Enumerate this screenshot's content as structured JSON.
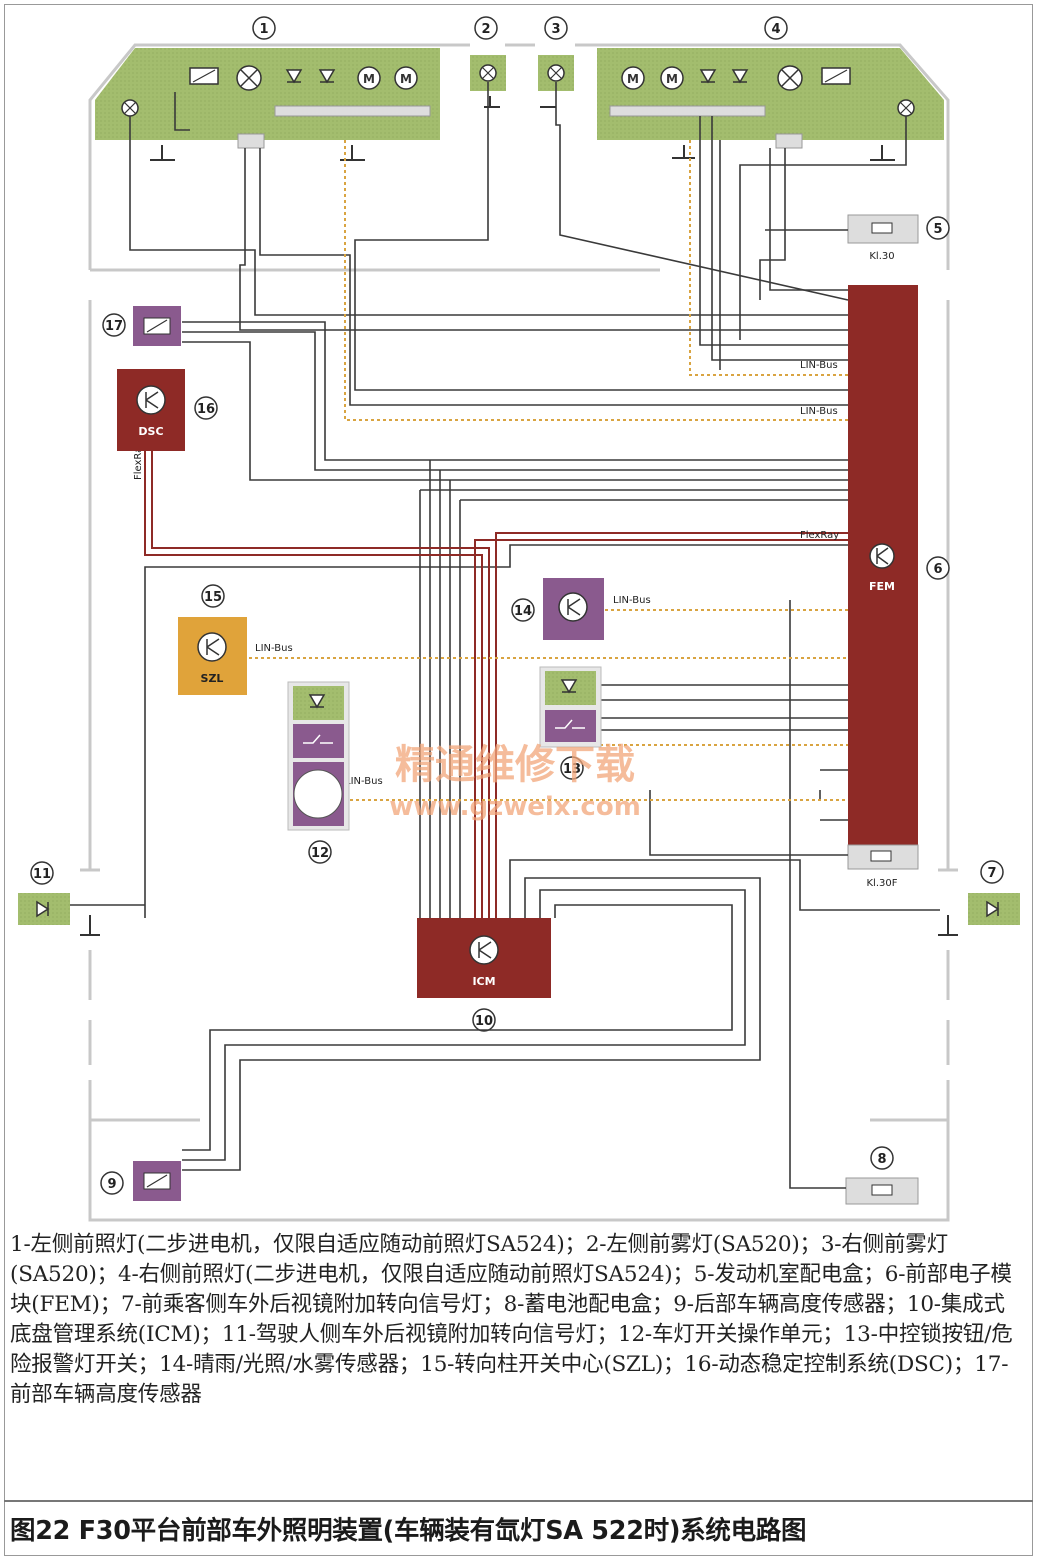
{
  "callouts": {
    "n1": "1",
    "n2": "2",
    "n3": "3",
    "n4": "4",
    "n5": "5",
    "n6": "6",
    "n7": "7",
    "n8": "8",
    "n9": "9",
    "n10": "10",
    "n11": "11",
    "n12": "12",
    "n13": "13",
    "n14": "14",
    "n15": "15",
    "n16": "16",
    "n17": "17"
  },
  "labels": {
    "kl30": "Kl.30",
    "kl30f": "Kl.30F",
    "lin_bus_1": "LIN-Bus",
    "lin_bus_2": "LIN-Bus",
    "lin_bus_14": "LIN-Bus",
    "lin_bus_15": "LIN-Bus",
    "lin_bus_12": "LIN-Bus",
    "flexray_fem": "FlexRay",
    "flexray_dsc": "FlexRay",
    "fem": "FEM",
    "dsc": "DSC",
    "szl": "SZL",
    "icm": "ICM",
    "motor": "M"
  },
  "watermark": {
    "line1": "精通维修下载",
    "line2": "www.gzweix.com"
  },
  "caption": "1-左侧前照灯(二步进电机，仅限自适应随动前照灯SA524)；2-左侧前雾灯(SA520)；3-右侧前雾灯(SA520)；4-右侧前照灯(二步进电机，仅限自适应随动前照灯SA524)；5-发动机室配电盒；6-前部电子模块(FEM)；7-前乘客侧车外后视镜附加转向信号灯；8-蓄电池配电盒；9-后部车辆高度传感器；10-集成式底盘管理系统(ICM)；11-驾驶人侧车外后视镜附加转向信号灯；12-车灯开关操作单元；13-中控锁按钮/危险报警灯开关；14-晴雨/光照/水雾传感器；15-转向柱开关中心(SZL)；16-动态稳定控制系统(DSC)；17-前部车辆高度传感器",
  "figure_title": "图22  F30平台前部车外照明装置(车辆装有氙灯SA 522时)系统电路图",
  "colors": {
    "green_module": "#9fb96a",
    "purple_module": "#8a5a8e",
    "red_module": "#8e2a26",
    "orange_module": "#e0a33a",
    "wire": "#3a3a3a",
    "flexray_wire": "#8e2a26",
    "lin_wire": "#d9a441",
    "frame": "#c9c9c9"
  }
}
